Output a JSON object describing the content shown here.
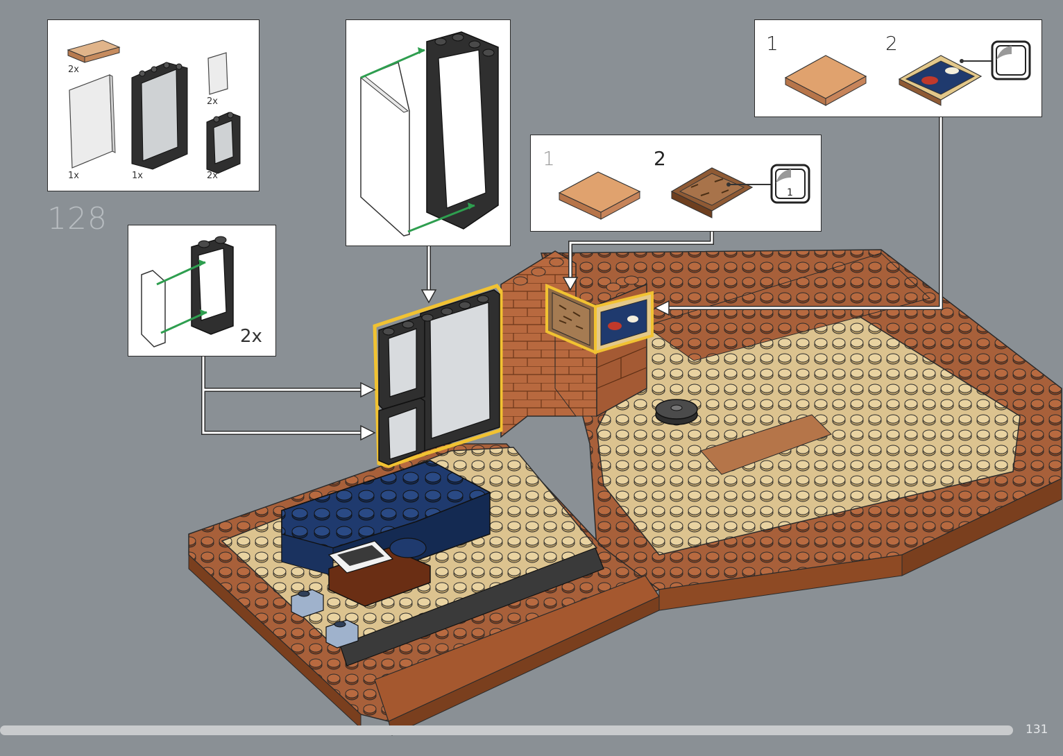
{
  "step": {
    "number": "128"
  },
  "page": {
    "number": "131"
  },
  "parts_list": {
    "items": [
      {
        "name": "tan-plate-2x3",
        "qty": "2x"
      },
      {
        "name": "glass-for-window-1x4x6",
        "qty": "1x"
      },
      {
        "name": "window-frame-1x4x6",
        "qty": "1x"
      },
      {
        "name": "glass-for-window-1x2x3",
        "qty": "2x"
      },
      {
        "name": "window-frame-1x2x3",
        "qty": "2x"
      }
    ]
  },
  "subassembly_small_window": {
    "multiplier": "2x"
  },
  "subassembly_picture_a": {
    "step1": "1",
    "step2": "2",
    "sticker_number": "1"
  },
  "subassembly_picture_b": {
    "step1": "1",
    "step2": "2"
  },
  "colors": {
    "background": "#8a9095",
    "tan": "#d9c08c",
    "reddish_brown": "#a5582f",
    "dark_blue": "#1f3a6e",
    "dark_stone_grey": "#3a3a3a",
    "highlight": "#f1c232",
    "arrow_green": "#2e9e4f"
  }
}
